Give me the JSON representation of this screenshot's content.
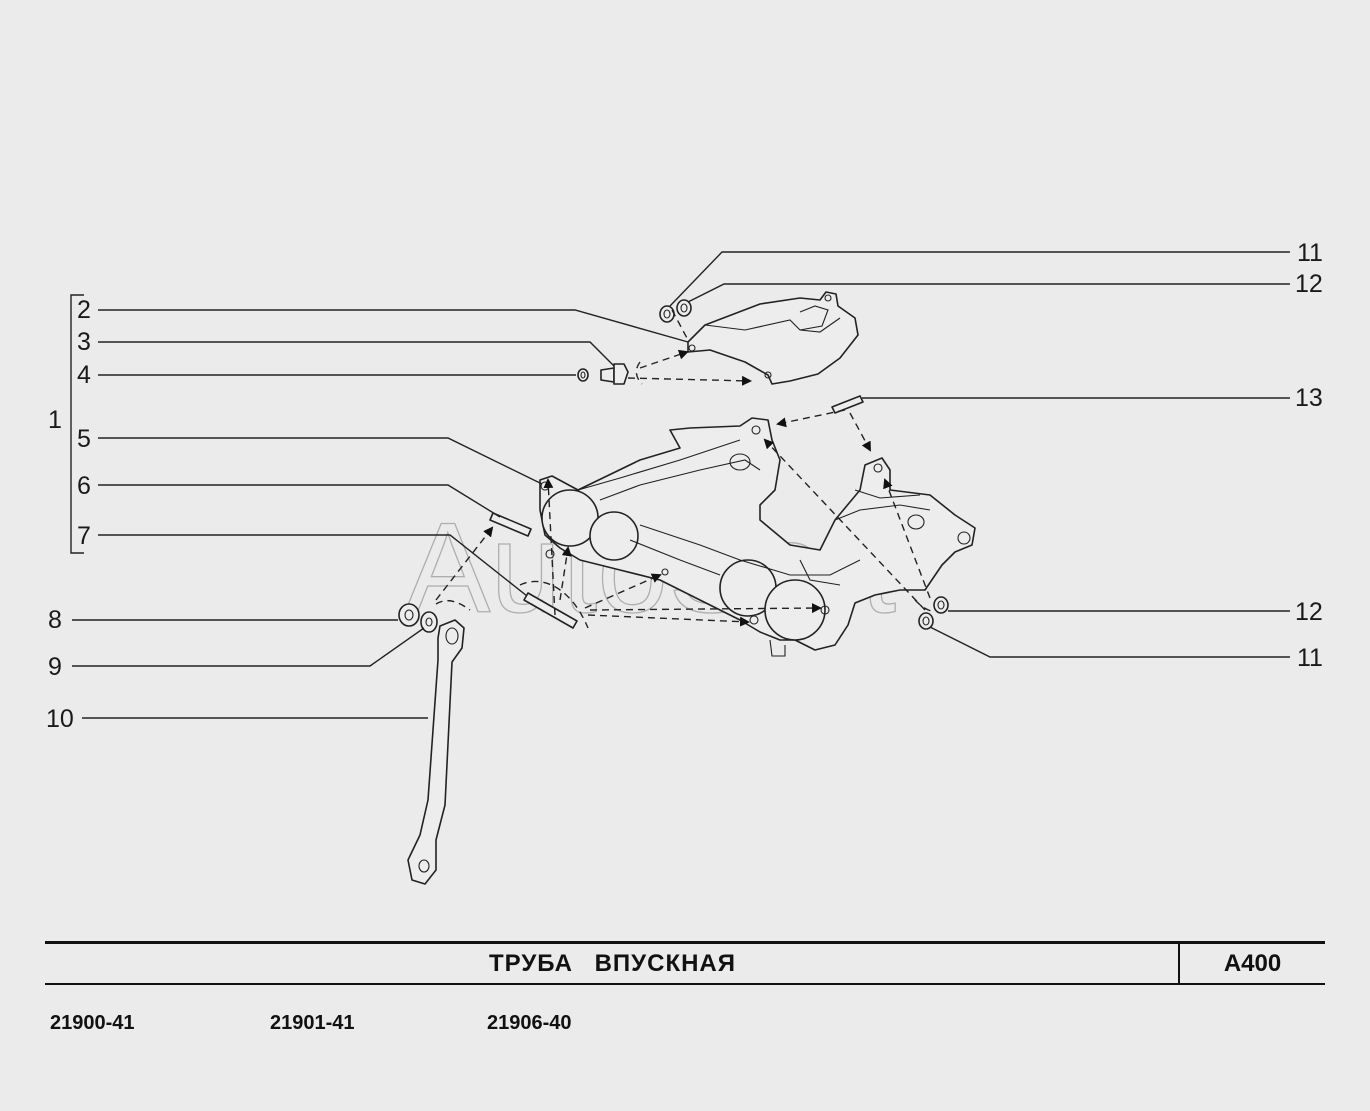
{
  "watermark": "AutoSoft",
  "title": "ТРУБА ВПУСКНАЯ",
  "page_code": "A400",
  "model_codes": [
    "21900-41",
    "21901-41",
    "21906-40"
  ],
  "callouts": {
    "c1": "1",
    "c2": "2",
    "c3": "3",
    "c4": "4",
    "c5": "5",
    "c6": "6",
    "c7": "7",
    "c8": "8",
    "c9": "9",
    "c10": "10",
    "c11_top": "11",
    "c12_top": "12",
    "c13": "13",
    "c12_bottom": "12",
    "c11_bottom": "11"
  }
}
